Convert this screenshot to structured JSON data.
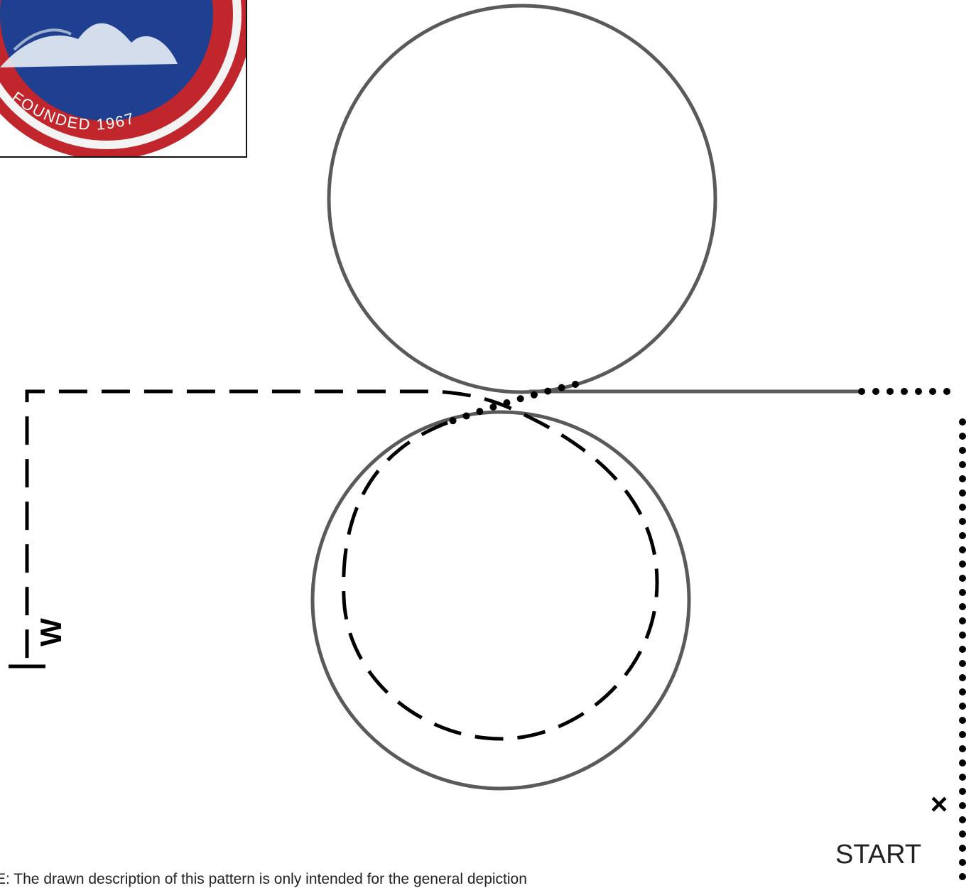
{
  "logo": {
    "text": "FOUNDED 1967",
    "colors": {
      "ring": "#c0262b",
      "field": "#1f3f91",
      "figure": "#e8eef5"
    }
  },
  "pattern": {
    "start_label": "START",
    "end_label": "W",
    "start_mark": "×",
    "colors": {
      "outline": "#5a5a5a",
      "path": "#000000"
    }
  },
  "note": {
    "text": "E: The drawn description of this pattern is only intended for the general depiction"
  }
}
